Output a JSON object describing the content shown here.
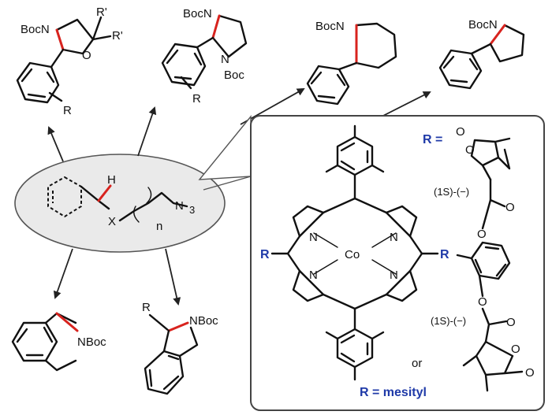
{
  "substrate": {
    "h": "H",
    "x": "X",
    "n": "n",
    "azide": "N",
    "azide_sub": "3"
  },
  "products": {
    "oxazolidine": {
      "bocn": "BocN",
      "o": "O",
      "r1": "R'",
      "r2": "R'",
      "r": "R"
    },
    "imidazolidine": {
      "bocn_top": "BocN",
      "n": "N",
      "boc_bottom": "Boc",
      "r": "R"
    },
    "piperidine": {
      "bocn": "BocN"
    },
    "pyrrolidine": {
      "bocn": "BocN"
    },
    "isoquinoline": {
      "nboc": "NBoc"
    },
    "isoindoline": {
      "r": "R",
      "nboc": "NBoc"
    }
  },
  "catalyst": {
    "r_equals": "R =",
    "r_left": "R",
    "r_right": "R",
    "n": "N",
    "metal": "Co",
    "o": "O",
    "stereo_label": "(1S)-(−)",
    "or": "or",
    "r_mesityl": "R = mesityl"
  },
  "colors": {
    "highlight_bond": "#d8231e",
    "catalyst_label": "#1f3aa8",
    "ellipse_fill": "#eaeaea"
  }
}
